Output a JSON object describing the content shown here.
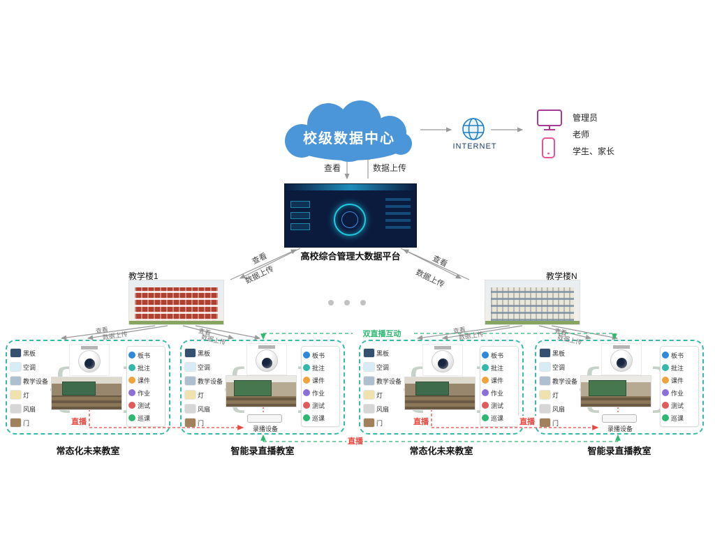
{
  "colors": {
    "cloud_blue": "#4b95d9",
    "link_gray": "#999999",
    "green": "#2eb872",
    "red": "#e8483f",
    "teal_border": "#38b8a8"
  },
  "cloud": {
    "label": "校级数据中心"
  },
  "internet": {
    "label": "INTERNET"
  },
  "users": [
    {
      "label": "管理员",
      "icon": "monitor-icon"
    },
    {
      "label": "老师",
      "icon": ""
    },
    {
      "label": "学生、家长",
      "icon": "phone-icon"
    }
  ],
  "links": {
    "view": "查看",
    "upload": "数据上传",
    "dual_live": "双直播互动",
    "live": "直播"
  },
  "platform": {
    "label": "高校综合管理大数据平台"
  },
  "buildings": [
    {
      "label": "教学楼1"
    },
    {
      "label": "教学楼N"
    }
  ],
  "decor": {
    "brace_left": "{",
    "brace_right": "}"
  },
  "clusters": [
    {
      "label": "常态化未来教室",
      "type": "future",
      "devices": [
        {
          "label": "黑板",
          "icon": "blackboard-icon"
        },
        {
          "label": "空调",
          "icon": "air-conditioner-icon"
        },
        {
          "label": "教学设备",
          "icon": "teaching-device-icon"
        },
        {
          "label": "灯",
          "icon": "light-icon"
        },
        {
          "label": "风扇",
          "icon": "fan-icon"
        },
        {
          "label": "门",
          "icon": "door-icon"
        }
      ],
      "functions": [
        {
          "label": "板书",
          "icon": "writing-icon"
        },
        {
          "label": "批注",
          "icon": "annotation-icon"
        },
        {
          "label": "课件",
          "icon": "courseware-icon"
        },
        {
          "label": "作业",
          "icon": "homework-icon"
        },
        {
          "label": "测试",
          "icon": "test-icon"
        },
        {
          "label": "巡课",
          "icon": "patrol-icon"
        }
      ]
    },
    {
      "label": "智能录直播教室",
      "type": "recording",
      "recorder_label": "录播设备",
      "devices": [
        {
          "label": "黑板",
          "icon": "blackboard-icon"
        },
        {
          "label": "空调",
          "icon": "air-conditioner-icon"
        },
        {
          "label": "教学设备",
          "icon": "teaching-device-icon"
        },
        {
          "label": "灯",
          "icon": "light-icon"
        },
        {
          "label": "风扇",
          "icon": "fan-icon"
        },
        {
          "label": "门",
          "icon": "door-icon"
        }
      ],
      "functions": [
        {
          "label": "板书",
          "icon": "writing-icon"
        },
        {
          "label": "批注",
          "icon": "annotation-icon"
        },
        {
          "label": "课件",
          "icon": "courseware-icon"
        },
        {
          "label": "作业",
          "icon": "homework-icon"
        },
        {
          "label": "测试",
          "icon": "test-icon"
        },
        {
          "label": "巡课",
          "icon": "patrol-icon"
        }
      ]
    },
    {
      "label": "常态化未来教室",
      "type": "future",
      "devices": [
        {
          "label": "黑板",
          "icon": "blackboard-icon"
        },
        {
          "label": "空调",
          "icon": "air-conditioner-icon"
        },
        {
          "label": "教学设备",
          "icon": "teaching-device-icon"
        },
        {
          "label": "灯",
          "icon": "light-icon"
        },
        {
          "label": "风扇",
          "icon": "fan-icon"
        },
        {
          "label": "门",
          "icon": "door-icon"
        }
      ],
      "functions": [
        {
          "label": "板书",
          "icon": "writing-icon"
        },
        {
          "label": "批注",
          "icon": "annotation-icon"
        },
        {
          "label": "课件",
          "icon": "courseware-icon"
        },
        {
          "label": "作业",
          "icon": "homework-icon"
        },
        {
          "label": "测试",
          "icon": "test-icon"
        },
        {
          "label": "巡课",
          "icon": "patrol-icon"
        }
      ]
    },
    {
      "label": "智能录直播教室",
      "type": "recording",
      "recorder_label": "录播设备",
      "devices": [
        {
          "label": "黑板",
          "icon": "blackboard-icon"
        },
        {
          "label": "空调",
          "icon": "air-conditioner-icon"
        },
        {
          "label": "教学设备",
          "icon": "teaching-device-icon"
        },
        {
          "label": "灯",
          "icon": "light-icon"
        },
        {
          "label": "风扇",
          "icon": "fan-icon"
        },
        {
          "label": "门",
          "icon": "door-icon"
        }
      ],
      "functions": [
        {
          "label": "板书",
          "icon": "writing-icon"
        },
        {
          "label": "批注",
          "icon": "annotation-icon"
        },
        {
          "label": "课件",
          "icon": "courseware-icon"
        },
        {
          "label": "作业",
          "icon": "homework-icon"
        },
        {
          "label": "测试",
          "icon": "test-icon"
        },
        {
          "label": "巡课",
          "icon": "patrol-icon"
        }
      ]
    }
  ]
}
